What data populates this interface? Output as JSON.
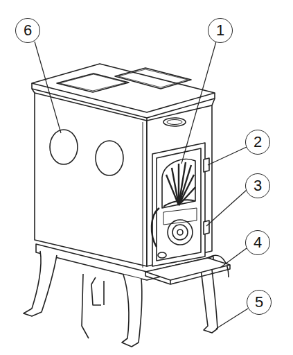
{
  "diagram": {
    "nodes": [
      {
        "text": [
          "6"
        ]
      },
      {
        "text": [
          "1"
        ]
      },
      {
        "text": [
          "2"
        ]
      },
      {
        "text": [
          "3"
        ]
      },
      {
        "text": [
          "4"
        ]
      },
      {
        "text": [
          "5"
        ]
      }
    ]
  }
}
